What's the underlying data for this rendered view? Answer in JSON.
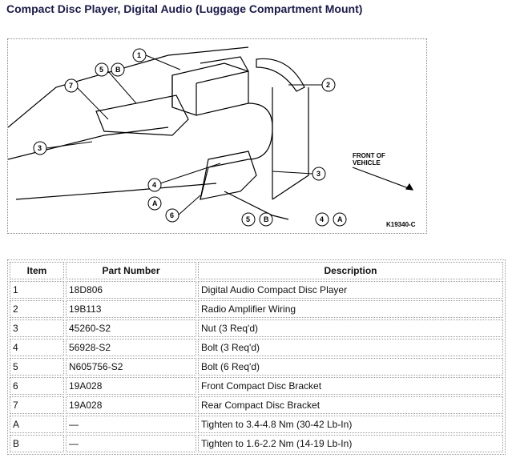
{
  "title": "Compact Disc Player, Digital Audio (Luggage Compartment Mount)",
  "figure": {
    "code": "K19340-C",
    "front_label_1": "FRONT OF",
    "front_label_2": "VEHICLE",
    "callouts": [
      "1",
      "2",
      "3",
      "4",
      "5",
      "6",
      "7",
      "A",
      "B"
    ]
  },
  "table": {
    "headers": [
      "Item",
      "Part Number",
      "Description"
    ],
    "rows": [
      [
        "1",
        "18D806",
        "Digital Audio Compact Disc Player"
      ],
      [
        "2",
        "19B113",
        "Radio Amplifier Wiring"
      ],
      [
        "3",
        "45260-S2",
        "Nut (3 Req'd)"
      ],
      [
        "4",
        "56928-S2",
        "Bolt (3 Req'd)"
      ],
      [
        "5",
        "N605756-S2",
        "Bolt (6 Req'd)"
      ],
      [
        "6",
        "19A028",
        "Front Compact Disc Bracket"
      ],
      [
        "7",
        "19A028",
        "Rear Compact Disc Bracket"
      ],
      [
        "A",
        "—",
        "Tighten to 3.4-4.8 Nm (30-42 Lb-In)"
      ],
      [
        "B",
        "—",
        "Tighten to 1.6-2.2 Nm (14-19 Lb-In)"
      ]
    ]
  }
}
